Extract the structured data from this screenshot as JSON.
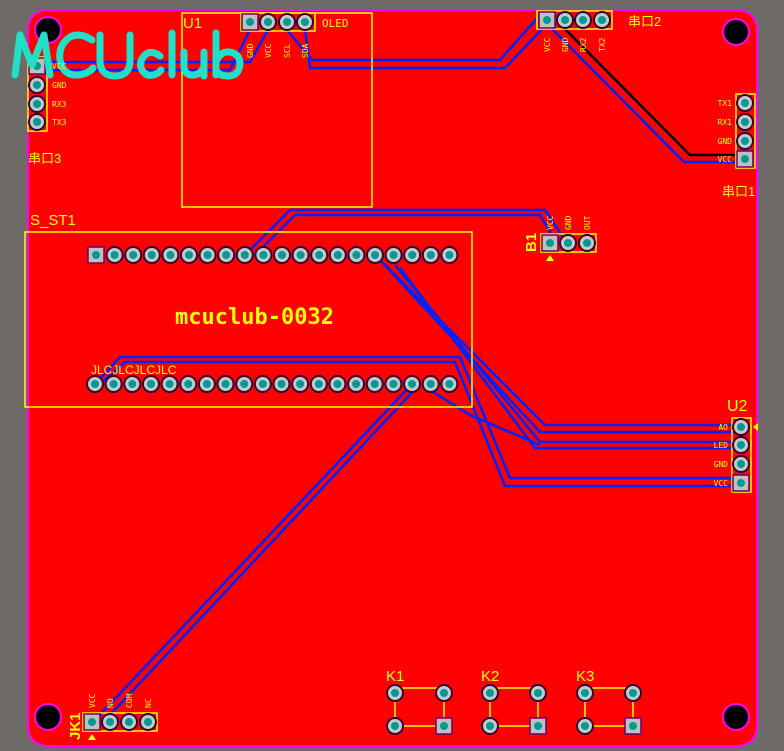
{
  "logo": "MCUclub",
  "board_title": "mcuclub-0032",
  "jlc_mark": "JLCJLCJLCJLC",
  "colors": {
    "board": "#ff0000",
    "silk": "#ffff00",
    "trace": "#0022ff",
    "edge": "#ff00ff",
    "logo": "#22e0c8",
    "background": "#6e6a68"
  },
  "components": {
    "u1": {
      "ref": "U1",
      "name": "OLED",
      "pins": [
        "GND",
        "VCC",
        "SCL",
        "SDA"
      ]
    },
    "uart3": {
      "ref": "串口3",
      "pins": [
        "VCC",
        "GND",
        "RX3",
        "TX3"
      ]
    },
    "uart2": {
      "ref": "串口2",
      "pins": [
        "VCC",
        "GND",
        "RX2",
        "TX2"
      ]
    },
    "uart1": {
      "ref": "串口1",
      "pins": [
        "TX1",
        "RX1",
        "GND",
        "VCC"
      ]
    },
    "b1": {
      "ref": "B1",
      "pins": [
        "VCC",
        "GND",
        "OUT"
      ]
    },
    "s_st1": {
      "ref": "S_ST1"
    },
    "u2": {
      "ref": "U2",
      "pins": [
        "AO",
        "LED",
        "GND",
        "VCC"
      ]
    },
    "jk1": {
      "ref": "JK1",
      "pins": [
        "VCC",
        "NO",
        "COM",
        "NC"
      ]
    },
    "k1": {
      "ref": "K1"
    },
    "k2": {
      "ref": "K2"
    },
    "k3": {
      "ref": "K3"
    }
  }
}
